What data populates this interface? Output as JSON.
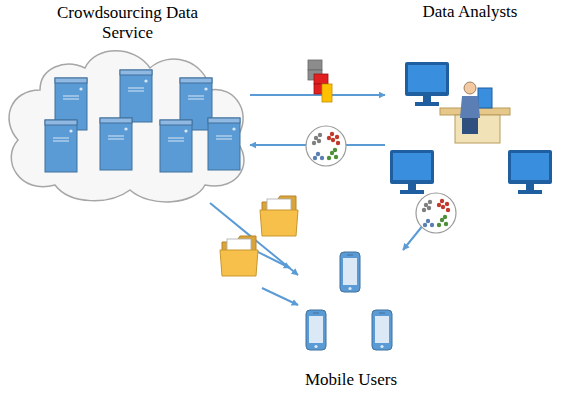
{
  "diagram": {
    "nodes": [
      {
        "text": [
          "Crowdsourcing Data Service"
        ]
      },
      {
        "text": [
          "Data Analysts"
        ]
      },
      {
        "text": [
          "Mobile Users"
        ]
      }
    ],
    "edges": [
      {
        "from": 0,
        "to": 1,
        "arrow": "to"
      },
      {
        "from": 1,
        "to": 0,
        "arrow": "to"
      },
      {
        "from": 0,
        "to": 2,
        "arrow": "to"
      },
      {
        "from": 1,
        "to": 2,
        "arrow": "to"
      }
    ]
  }
}
